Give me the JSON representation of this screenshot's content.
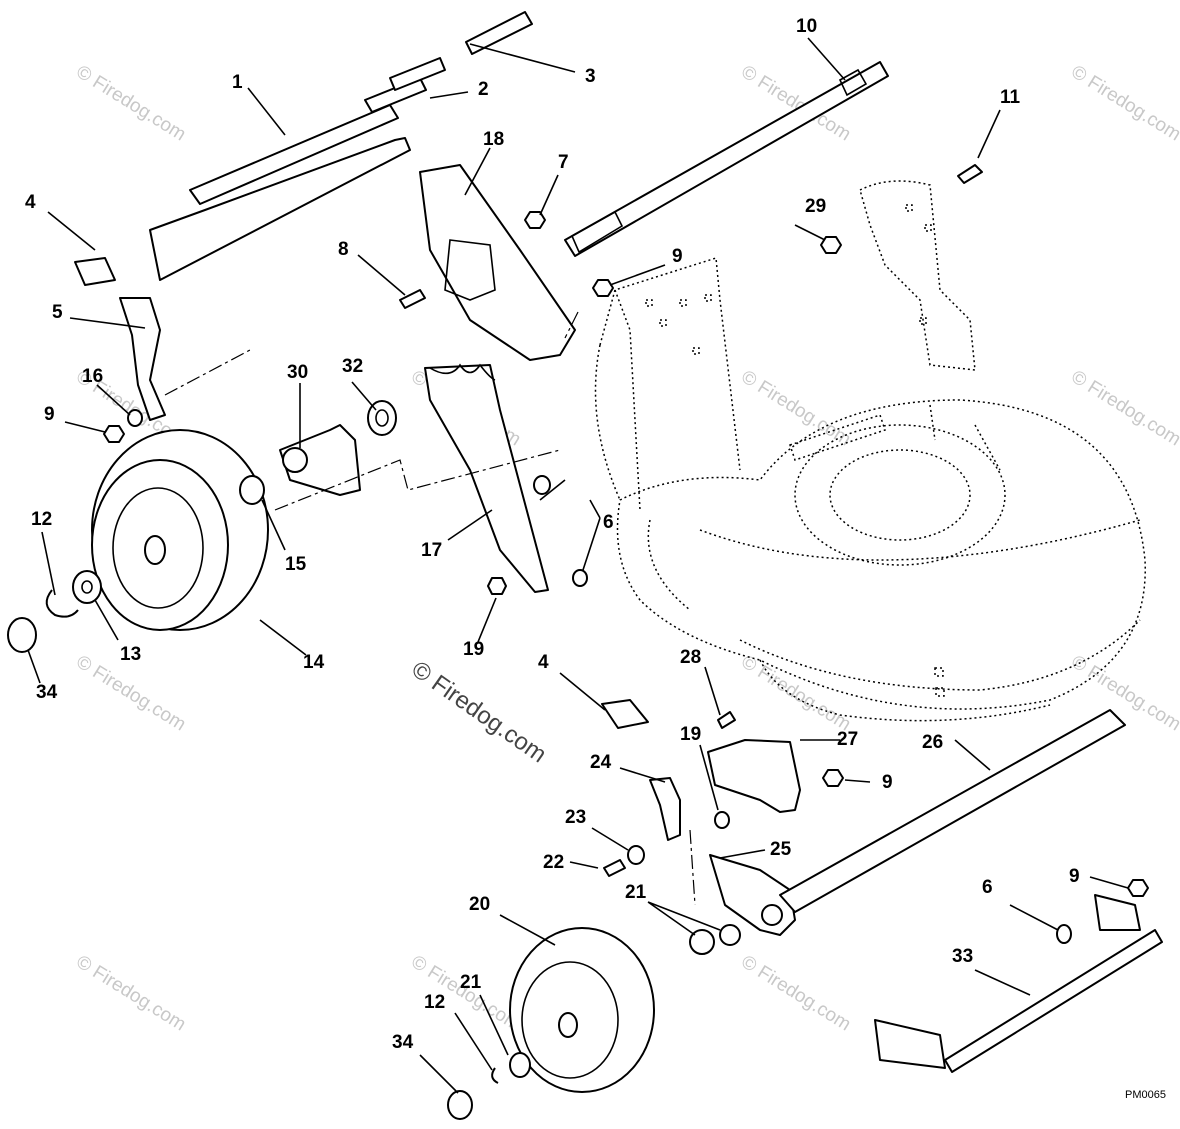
{
  "diagram": {
    "code": "PM0065",
    "watermark_main": "© Firedog.com",
    "watermark_repeat": "© Firedog.com"
  },
  "callouts": [
    {
      "id": "c1",
      "label": "1"
    },
    {
      "id": "c2",
      "label": "2"
    },
    {
      "id": "c3",
      "label": "3"
    },
    {
      "id": "c4a",
      "label": "4"
    },
    {
      "id": "c5",
      "label": "5"
    },
    {
      "id": "c18",
      "label": "18"
    },
    {
      "id": "c7",
      "label": "7"
    },
    {
      "id": "c8",
      "label": "8"
    },
    {
      "id": "c9a",
      "label": "9"
    },
    {
      "id": "c10",
      "label": "10"
    },
    {
      "id": "c11",
      "label": "11"
    },
    {
      "id": "c29",
      "label": "29"
    },
    {
      "id": "c16",
      "label": "16"
    },
    {
      "id": "c9b",
      "label": "9"
    },
    {
      "id": "c30",
      "label": "30"
    },
    {
      "id": "c32",
      "label": "32"
    },
    {
      "id": "c12a",
      "label": "12"
    },
    {
      "id": "c15",
      "label": "15"
    },
    {
      "id": "c17",
      "label": "17"
    },
    {
      "id": "c6a",
      "label": "6"
    },
    {
      "id": "c13",
      "label": "13"
    },
    {
      "id": "c14",
      "label": "14"
    },
    {
      "id": "c34a",
      "label": "34"
    },
    {
      "id": "c19a",
      "label": "19"
    },
    {
      "id": "c4b",
      "label": "4"
    },
    {
      "id": "c28",
      "label": "28"
    },
    {
      "id": "c27",
      "label": "27"
    },
    {
      "id": "c26",
      "label": "26"
    },
    {
      "id": "c24",
      "label": "24"
    },
    {
      "id": "c19b",
      "label": "19"
    },
    {
      "id": "c9c",
      "label": "9"
    },
    {
      "id": "c23",
      "label": "23"
    },
    {
      "id": "c25",
      "label": "25"
    },
    {
      "id": "c22",
      "label": "22"
    },
    {
      "id": "c21a",
      "label": "21"
    },
    {
      "id": "c9d",
      "label": "9"
    },
    {
      "id": "c6b",
      "label": "6"
    },
    {
      "id": "c20",
      "label": "20"
    },
    {
      "id": "c33",
      "label": "33"
    },
    {
      "id": "c21b",
      "label": "21"
    },
    {
      "id": "c12b",
      "label": "12"
    },
    {
      "id": "c34b",
      "label": "34"
    }
  ]
}
